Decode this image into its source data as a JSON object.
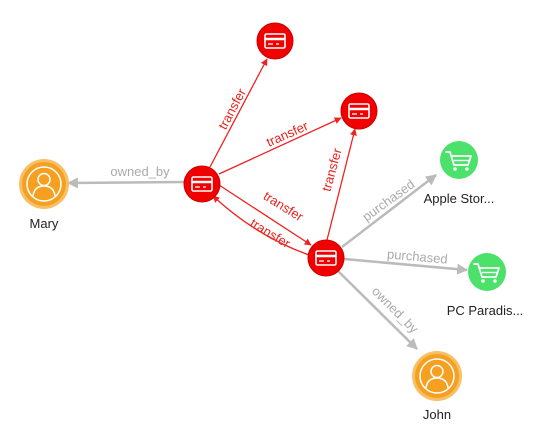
{
  "colors": {
    "card_fill": "#f20000",
    "card_stroke": "#c80000",
    "person_fill": "#f5a020",
    "person_ring": "#f7c066",
    "merchant_fill": "#4be16b",
    "transfer_edge": "#f22020",
    "other_edge": "#bbbbbb",
    "transfer_text": "#e8231e",
    "other_text": "#aaaaaa",
    "node_label": "#222222"
  },
  "nodes": {
    "mary": {
      "label": "Mary",
      "type": "person",
      "icon": "person-icon"
    },
    "john": {
      "label": "John",
      "type": "person",
      "icon": "person-icon"
    },
    "card_main": {
      "label": "",
      "type": "credit-card",
      "icon": "credit-card-icon"
    },
    "card_top": {
      "label": "",
      "type": "credit-card",
      "icon": "credit-card-icon"
    },
    "card_right": {
      "label": "",
      "type": "credit-card",
      "icon": "credit-card-icon"
    },
    "card_bottom": {
      "label": "",
      "type": "credit-card",
      "icon": "credit-card-icon"
    },
    "apple_store": {
      "label": "Apple Stor...",
      "type": "merchant",
      "icon": "shopping-cart-icon"
    },
    "pc_paradise": {
      "label": "PC Paradis...",
      "type": "merchant",
      "icon": "shopping-cart-icon"
    }
  },
  "edges": {
    "owned_by_mary": {
      "label": "owned_by",
      "from": "card_main",
      "to": "mary"
    },
    "transfer_to_top": {
      "label": "transfer",
      "from": "card_main",
      "to": "card_top"
    },
    "transfer_to_right": {
      "label": "transfer",
      "from": "card_main",
      "to": "card_right"
    },
    "transfer_to_bottom": {
      "label": "transfer",
      "from": "card_main",
      "to": "card_bottom"
    },
    "transfer_bottom_to_main": {
      "label": "transfer",
      "from": "card_bottom",
      "to": "card_main"
    },
    "transfer_bottom_to_right": {
      "label": "transfer",
      "from": "card_bottom",
      "to": "card_right"
    },
    "purchased_apple": {
      "label": "purchased",
      "from": "card_bottom",
      "to": "apple_store"
    },
    "purchased_pc": {
      "label": "purchased",
      "from": "card_bottom",
      "to": "pc_paradise"
    },
    "owned_by_john": {
      "label": "owned_by",
      "from": "card_bottom",
      "to": "john"
    }
  }
}
